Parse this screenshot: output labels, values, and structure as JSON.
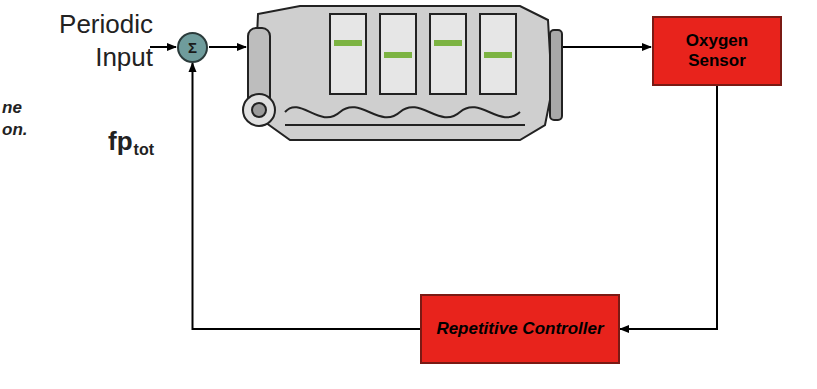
{
  "diagram": {
    "nodes": [
      {
        "text": [
          "Σ"
        ]
      },
      {
        "text": [
          "Oxygen Sensor"
        ]
      },
      {
        "text": [
          "Repetitive Controller"
        ]
      }
    ],
    "edges": [
      {
        "from": 1,
        "to": 2,
        "arrow": "to"
      },
      {
        "from": 2,
        "to": 0,
        "arrow": "to"
      }
    ],
    "labels": [
      "Periodic Input",
      "fp",
      "tot",
      "ne",
      "on."
    ]
  }
}
